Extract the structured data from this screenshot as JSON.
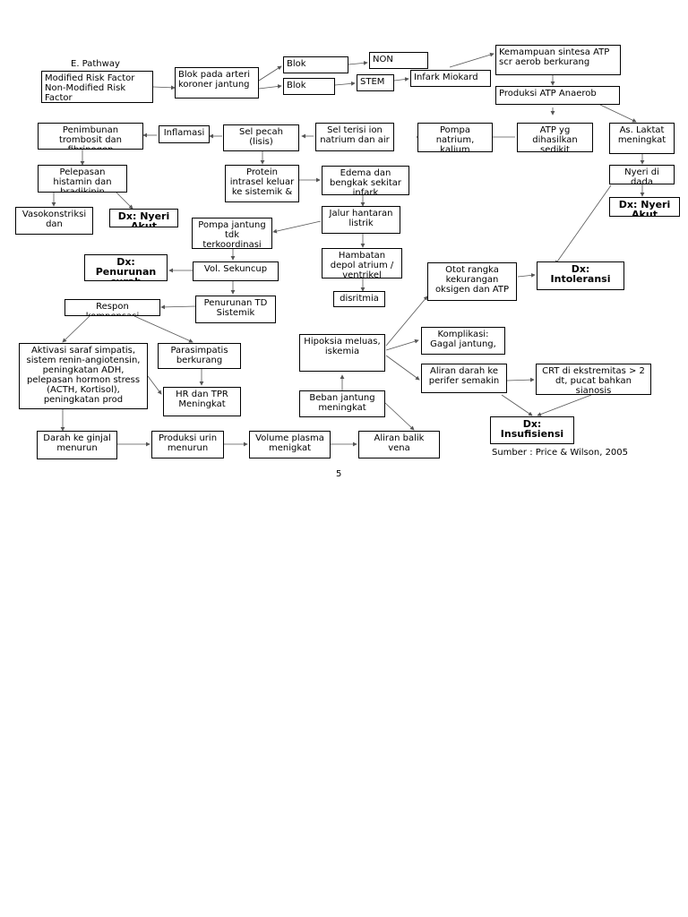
{
  "heading": "E. Pathway",
  "boxes": {
    "risk": "Modified Risk Factor Non-Modified Risk Factor",
    "blok_arteri": "Blok pada arteri koroner jantung",
    "blok1": "Blok",
    "blok2": "Blok",
    "non": "NON",
    "stem": "STEM",
    "infark": "Infark Miokard",
    "kemampuan": "Kemampuan sintesa ATP scr aerob berkurang",
    "produksi_atp": "Produksi ATP Anaerob",
    "laktat": "As. Laktat meningkat",
    "atp_yg": "ATP yg dihasilkan sedikit",
    "pompa_natrium": "Pompa natrium, kalium",
    "sel_terisi": "Sel terisi ion natrium dan air",
    "sel_pecah": "Sel pecah (lisis)",
    "inflamasi": "Inflamasi",
    "penimbunan": "Penimbunan trombosit dan fibrinogen",
    "pelepasan": "Pelepasan histamin dan bradikinin",
    "vasokonstriksi": "Vasokonstriksi dan",
    "dx_nyeri1": "Dx: Nyeri Akut",
    "protein": "Protein intrasel keluar ke sistemik &",
    "edema": "Edema dan bengkak sekitar infark",
    "nyeri_di": "Nyeri di dada",
    "dx_nyeri2": "Dx: Nyeri Akut",
    "pompa_jantung": "Pompa jantung tdk terkoordinasi",
    "jalur": "Jalur hantaran listrik",
    "dx_penurunan": "Dx: Penurunan curah",
    "vol_sekuncup": "Vol. Sekuncup",
    "hambatan": "Hambatan depol atrium / ventrikel",
    "otot": "Otot rangka kekurangan oksigen dan ATP",
    "dx_intoleransi": "Dx: Intoleransi",
    "disritmia": "disritmia",
    "penurunan_td": "Penurunan TD Sistemik",
    "respon": "Respon kompensasi",
    "hipoksia": "Hipoksia meluas, iskemia",
    "komplikasi": "Komplikasi: Gagal jantung,",
    "aktivasi": "Aktivasi saraf simpatis, sistem renin-angiotensin, peningkatan ADH, pelepasan hormon stress (ACTH, Kortisol), peningkatan prod",
    "parasimpatis": "Parasimpatis berkurang",
    "aliran_darah": "Aliran darah ke perifer semakin",
    "crt": "CRT di ekstremitas > 2 dt, pucat bahkan sianosis",
    "hr_tpr": "HR dan TPR Meningkat",
    "beban": "Beban jantung meningkat",
    "dx_insufisiensi": "Dx: Insufisiensi",
    "darah_ginjal": "Darah ke ginjal menurun",
    "produksi_urin": "Produksi urin menurun",
    "volume_plasma": "Volume plasma menigkat",
    "aliran_balik": "Aliran balik vena"
  },
  "source": "Sumber : Price & Wilson, 2005",
  "page_number": "5"
}
